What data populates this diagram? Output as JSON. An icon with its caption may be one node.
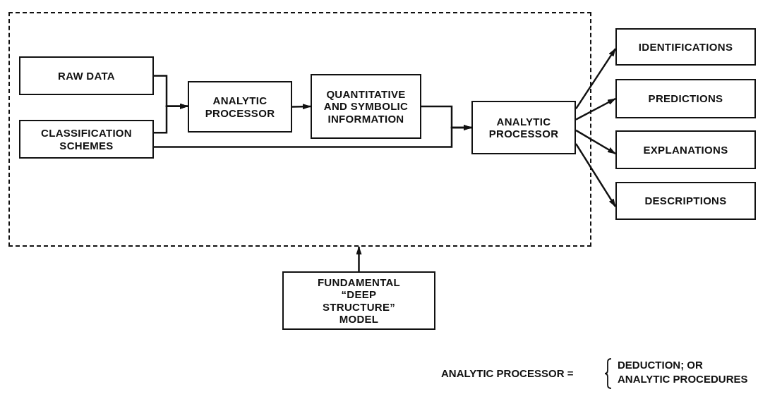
{
  "diagram": {
    "nodes": [
      {
        "text": [],
        "shape": "box"
      },
      {
        "text": [
          "RAW DATA"
        ],
        "in": 0
      },
      {
        "text": [
          "CLASSIFICATION SCHEMES"
        ],
        "in": 0
      },
      {
        "text": [
          "ANALYTIC PROCESSOR"
        ],
        "in": 0
      },
      {
        "text": [
          "QUANTITATIVE AND SYMBOLIC INFORMATION"
        ],
        "in": 0
      },
      {
        "text": [
          "ANALYTIC PROCESSOR"
        ],
        "in": 0
      },
      {
        "text": [
          "IDENTIFICATIONS"
        ]
      },
      {
        "text": [
          "PREDICTIONS"
        ]
      },
      {
        "text": [
          "EXPLANATIONS"
        ]
      },
      {
        "text": [
          "DESCRIPTIONS"
        ]
      },
      {
        "text": [
          "FUNDAMENTAL “DEEP STRUCTURE” MODEL"
        ]
      }
    ],
    "edges": [
      {
        "from": 1,
        "to": 3,
        "arrow": "to"
      },
      {
        "from": 2,
        "to": 3,
        "arrow": "to"
      },
      {
        "from": 3,
        "to": 4,
        "arrow": "to"
      },
      {
        "from": 4,
        "to": 5,
        "arrow": "to"
      },
      {
        "from": 2,
        "to": 5,
        "arrow": "to"
      },
      {
        "from": 5,
        "to": 6,
        "arrow": "to"
      },
      {
        "from": 5,
        "to": 7,
        "arrow": "to"
      },
      {
        "from": 5,
        "to": 8,
        "arrow": "to"
      },
      {
        "from": 5,
        "to": 9,
        "arrow": "to"
      },
      {
        "from": 10,
        "to": 0,
        "arrow": "to"
      }
    ],
    "labels": [
      "ANALYTIC PROCESSOR =",
      "DEDUCTION; OR",
      "ANALYTIC PROCEDURES"
    ]
  }
}
